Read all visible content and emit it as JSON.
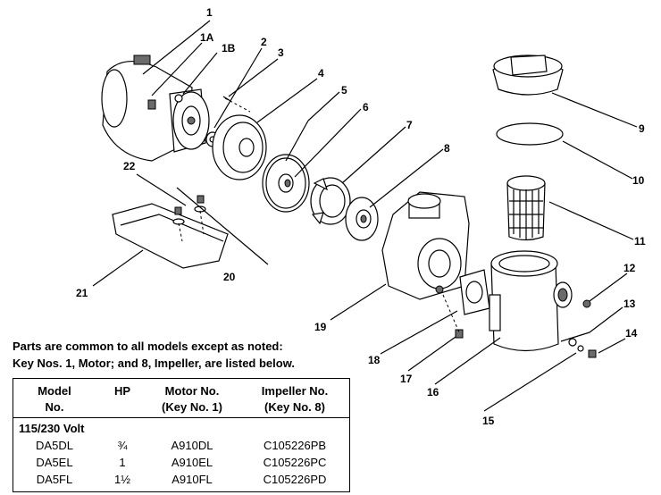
{
  "callouts": [
    "1",
    "1A",
    "1B",
    "2",
    "3",
    "4",
    "5",
    "6",
    "7",
    "8",
    "9",
    "10",
    "11",
    "12",
    "13",
    "14",
    "15",
    "16",
    "17",
    "18",
    "19",
    "20",
    "21",
    "22"
  ],
  "note": {
    "line1": "Parts are common to all models except as noted:",
    "line2": "Key Nos. 1, Motor; and 8, Impeller, are listed below."
  },
  "table": {
    "headers": [
      {
        "line1": "Model",
        "line2": "No."
      },
      {
        "line1": "",
        "line2": "HP"
      },
      {
        "line1": "Motor No.",
        "line2": "(Key No. 1)"
      },
      {
        "line1": "Impeller No.",
        "line2": "(Key No. 8)"
      }
    ],
    "group_label": "115/230 Volt",
    "rows": [
      [
        "DA5DL",
        "¾",
        "A910DL",
        "C105226PB"
      ],
      [
        "DA5EL",
        "1",
        "A910EL",
        "C105226PC"
      ],
      [
        "DA5FL",
        "1½",
        "A910FL",
        "C105226PD"
      ]
    ]
  }
}
